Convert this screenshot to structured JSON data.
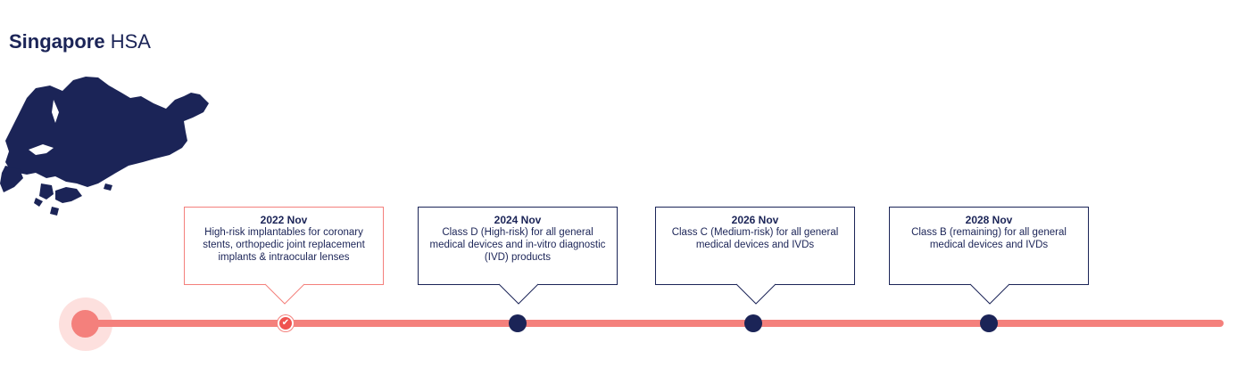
{
  "header": {
    "title_bold": "Singapore",
    "title_light": " HSA"
  },
  "map": {
    "icon": "singapore-map-silhouette",
    "color": "#1b2457"
  },
  "timeline": {
    "track_color": "#f4807c",
    "marker_color": "#1b2457",
    "milestones": [
      {
        "date": "2022 Nov",
        "description": "High-risk implantables for coronary stents, orthopedic joint replacement implants & intraocular lenses",
        "status": "completed",
        "icon": "check-icon",
        "glyph": "✔"
      },
      {
        "date": "2024 Nov",
        "description": "Class D (High-risk)  for all general medical devices and in-vitro diagnostic (IVD) products",
        "status": "upcoming"
      },
      {
        "date": "2026 Nov",
        "description": "Class C (Medium-risk) for all general medical devices and IVDs",
        "status": "upcoming"
      },
      {
        "date": "2028 Nov",
        "description": "Class B (remaining) for all general medical devices and IVDs",
        "status": "upcoming"
      }
    ]
  }
}
